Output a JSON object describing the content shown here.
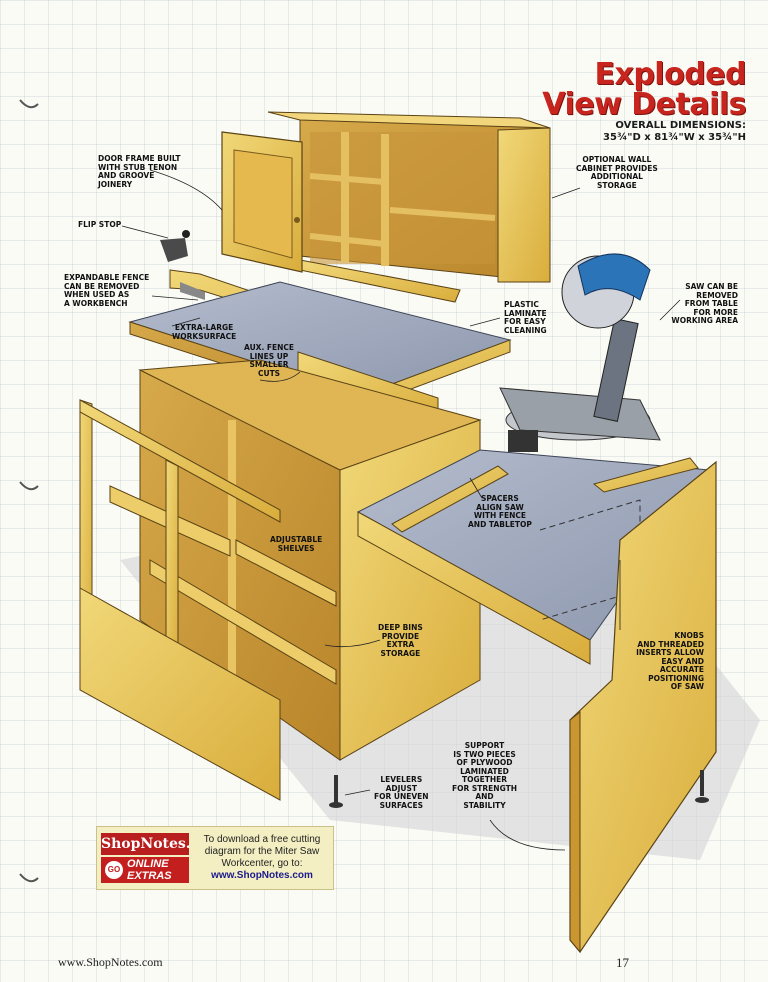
{
  "title": {
    "line1": "Exploded",
    "line2": "View Details"
  },
  "dimensions": {
    "label": "OVERALL DIMENSIONS:",
    "value": "35¾\"D x 81¾\"W x 35¾\"H"
  },
  "callouts": {
    "door_frame": "DOOR FRAME BUILT\nWITH STUB TENON\nAND GROOVE\nJOINERY",
    "flip_stop": "FLIP STOP",
    "expandable_fence": "EXPANDABLE FENCE\nCAN BE REMOVED\nWHEN USED AS\nA WORKBENCH",
    "extra_large": "EXTRA-LARGE\nWORKSURFACE",
    "aux_fence": "AUX. FENCE\nLINES UP\nSMALLER\nCUTS",
    "plastic_laminate": "PLASTIC\nLAMINATE\nFOR EASY\nCLEANING",
    "wall_cabinet": "OPTIONAL WALL\nCABINET PROVIDES\nADDITIONAL\nSTORAGE",
    "saw_removed": "SAW CAN BE\nREMOVED\nFROM TABLE\nFOR MORE\nWORKING AREA",
    "spacers": "SPACERS\nALIGN SAW\nWITH FENCE\nAND TABLETOP",
    "adjustable_shelves": "ADJUSTABLE\nSHELVES",
    "deep_bins": "DEEP BINS\nPROVIDE\nEXTRA\nSTORAGE",
    "knobs": "KNOBS\nAND THREADED\nINSERTS ALLOW\nEASY AND\nACCURATE\nPOSITIONING\nOF SAW",
    "support": "SUPPORT\nIS TWO PIECES\nOF PLYWOOD\nLAMINATED\nTOGETHER\nFOR STRENGTH\nAND\nSTABILITY",
    "levelers": "LEVELERS\nADJUST\nFOR UNEVEN\nSURFACES"
  },
  "promo": {
    "brand": "ShopNotes.",
    "go": "GO",
    "online": "ONLINE",
    "extras": "EXTRAS",
    "text": "To download a free cutting diagram for the Miter Saw Workcenter, go to:",
    "url": "www.ShopNotes.com"
  },
  "footer": {
    "site": "www.ShopNotes.com",
    "page": "17"
  },
  "colors": {
    "title_red": "#c8251f",
    "wood": "#e8c65a",
    "laminate": "#9aa3b8",
    "promo_red": "#c31f1f"
  }
}
